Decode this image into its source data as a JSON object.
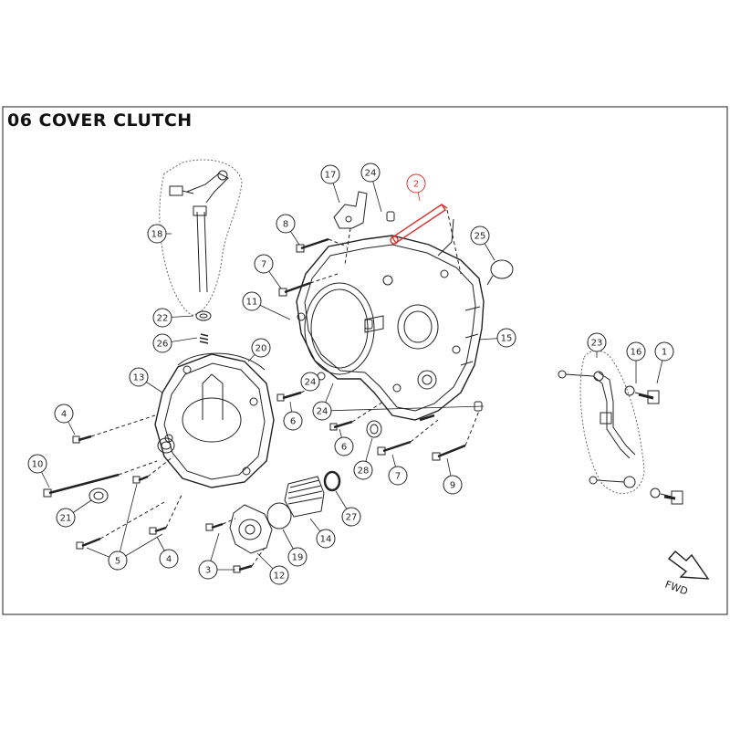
{
  "title": "06 COVER CLUTCH",
  "direction_label": "FWD",
  "highlight_color": "#d9322e",
  "line_color": "#222222",
  "callouts": [
    {
      "id": "c2",
      "label": "2",
      "highlight": true
    },
    {
      "id": "c17",
      "label": "17"
    },
    {
      "id": "c24a",
      "label": "24"
    },
    {
      "id": "c8",
      "label": "8"
    },
    {
      "id": "c25",
      "label": "25"
    },
    {
      "id": "c18",
      "label": "18"
    },
    {
      "id": "c7a",
      "label": "7"
    },
    {
      "id": "c11",
      "label": "11"
    },
    {
      "id": "c22",
      "label": "22"
    },
    {
      "id": "c15",
      "label": "15"
    },
    {
      "id": "c26",
      "label": "26"
    },
    {
      "id": "c20",
      "label": "20"
    },
    {
      "id": "c23",
      "label": "23"
    },
    {
      "id": "c16",
      "label": "16"
    },
    {
      "id": "c1",
      "label": "1"
    },
    {
      "id": "c13",
      "label": "13"
    },
    {
      "id": "c24b",
      "label": "24"
    },
    {
      "id": "c4a",
      "label": "4"
    },
    {
      "id": "c6a",
      "label": "6"
    },
    {
      "id": "c24c",
      "label": "24"
    },
    {
      "id": "c6b",
      "label": "6"
    },
    {
      "id": "c10",
      "label": "10"
    },
    {
      "id": "c28",
      "label": "28"
    },
    {
      "id": "c7b",
      "label": "7"
    },
    {
      "id": "c9",
      "label": "9"
    },
    {
      "id": "c21",
      "label": "21"
    },
    {
      "id": "c27",
      "label": "27"
    },
    {
      "id": "c14",
      "label": "14"
    },
    {
      "id": "c5",
      "label": "5"
    },
    {
      "id": "c4b",
      "label": "4"
    },
    {
      "id": "c19",
      "label": "19"
    },
    {
      "id": "c3",
      "label": "3"
    },
    {
      "id": "c12",
      "label": "12"
    }
  ]
}
